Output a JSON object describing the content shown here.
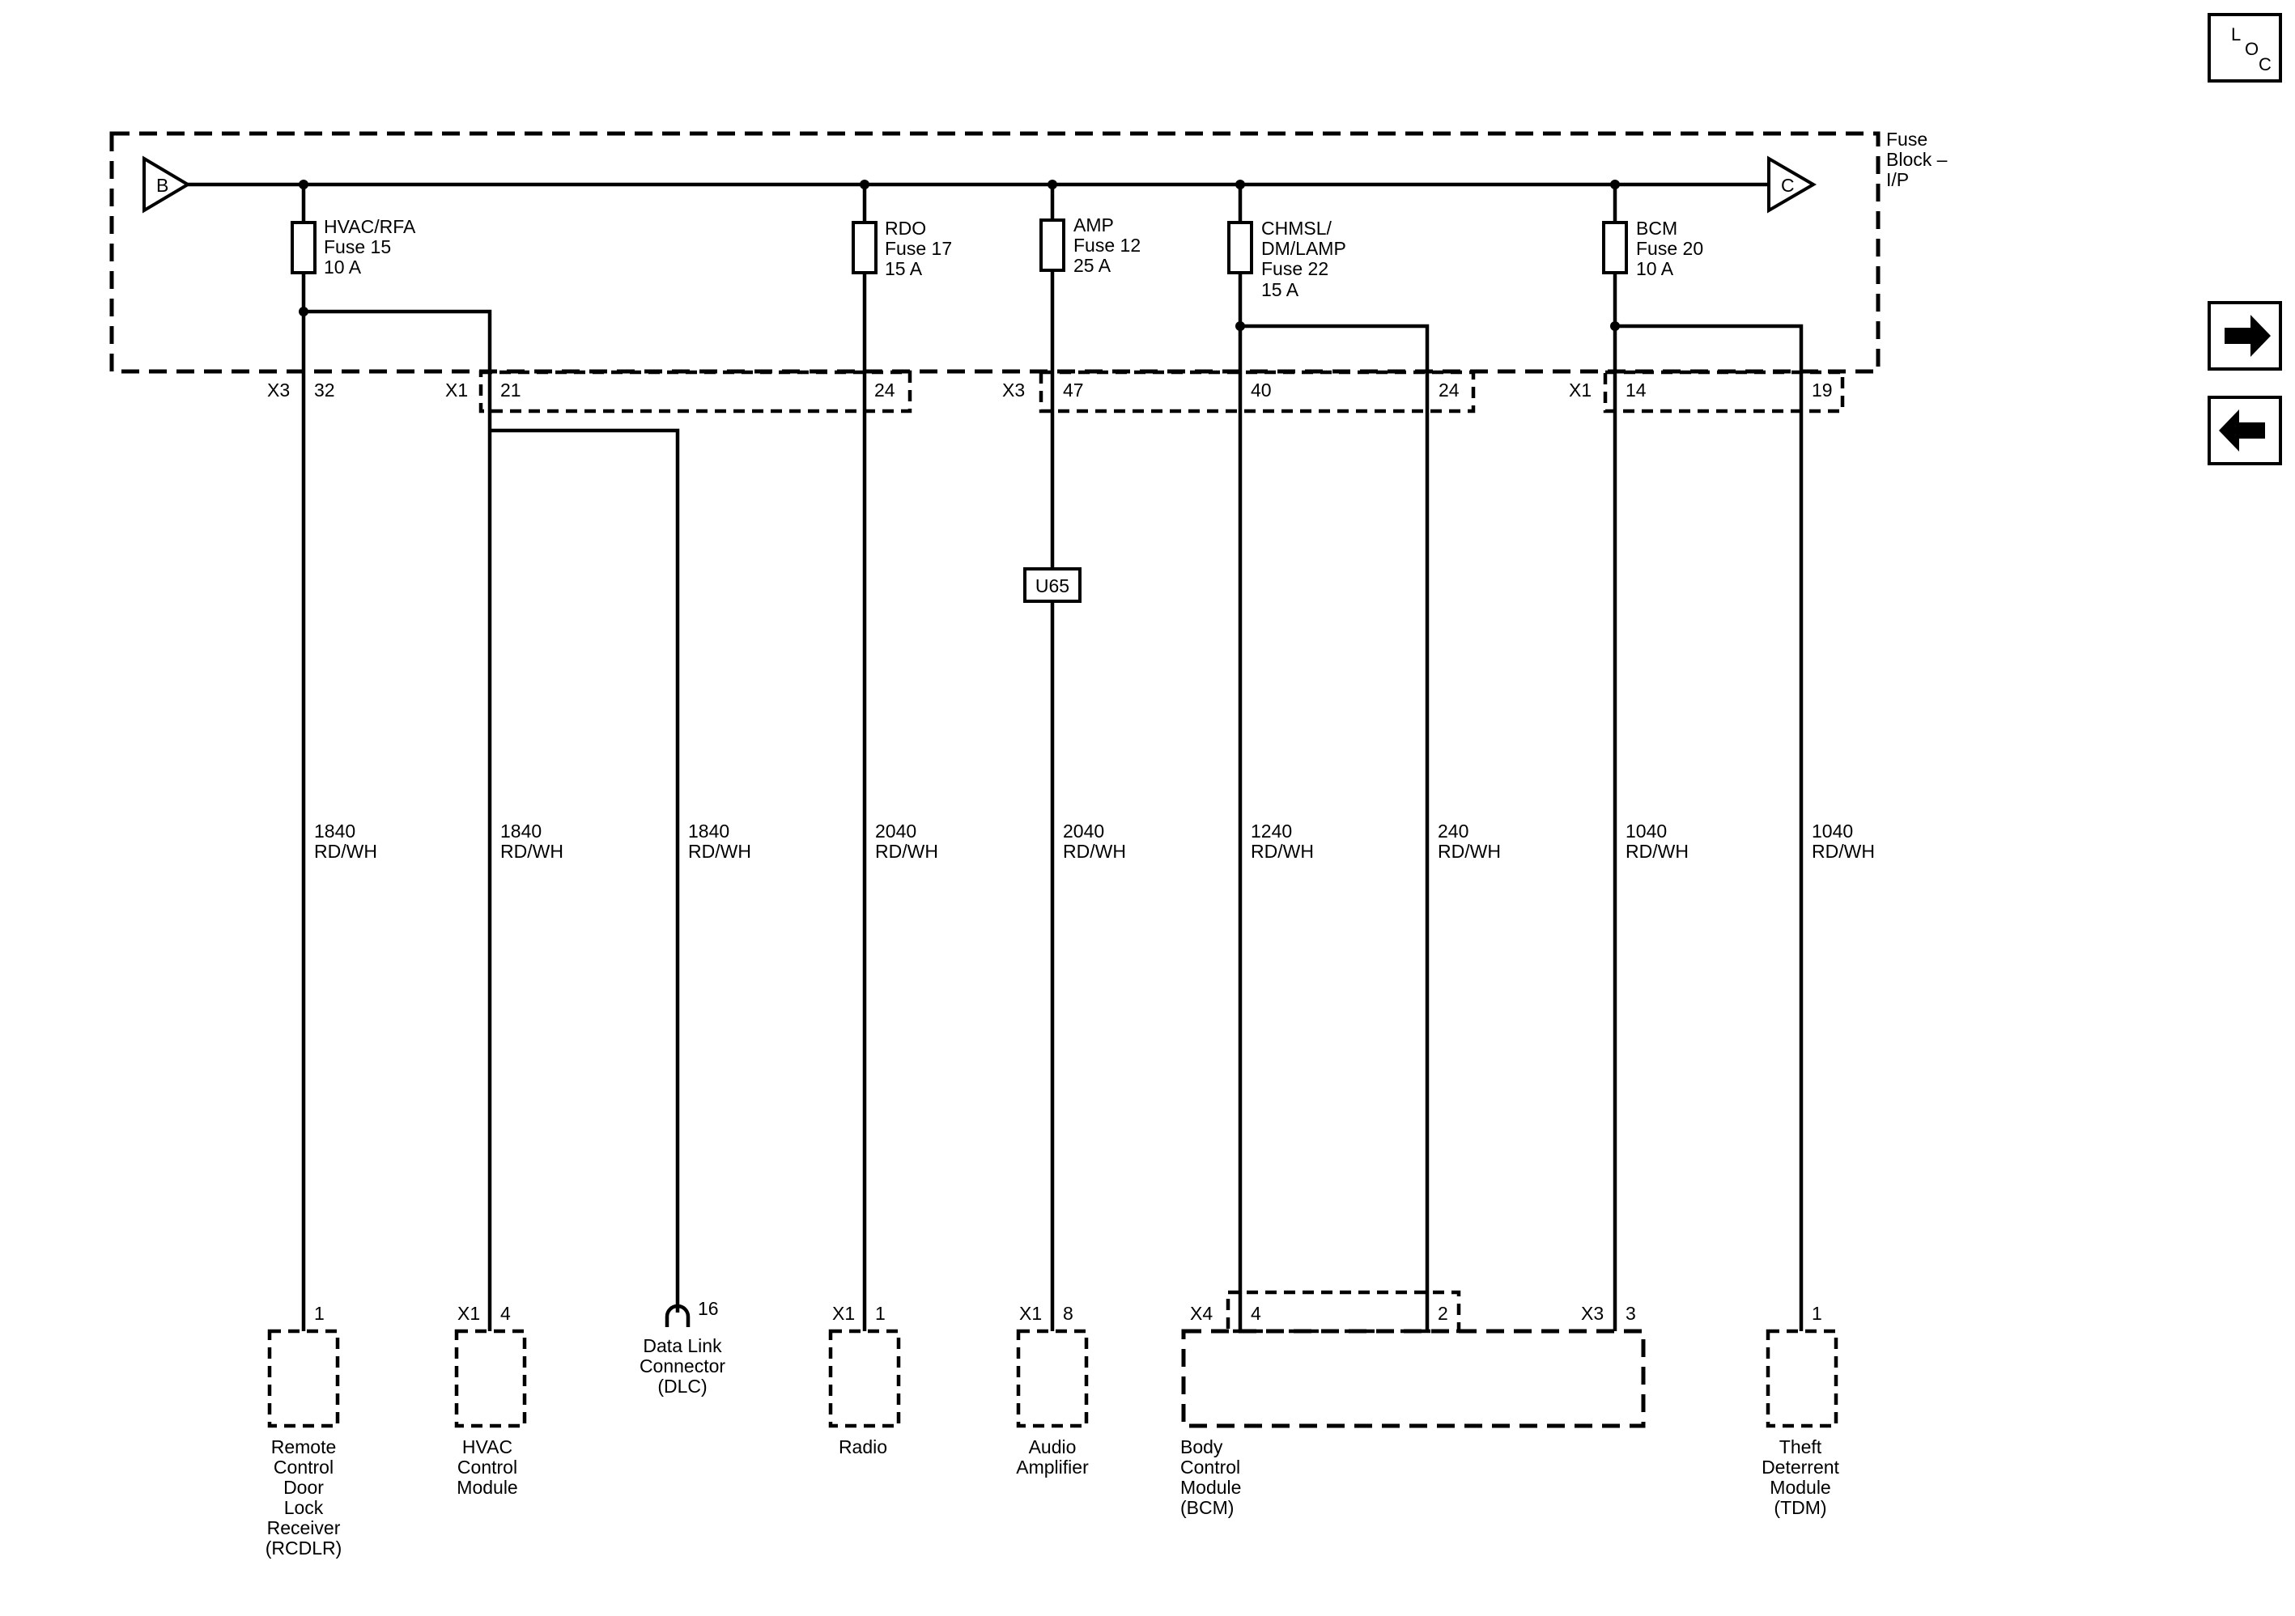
{
  "nav": {
    "loc": [
      "L",
      "O",
      "C"
    ],
    "next_icon": "arrow-right-icon",
    "prev_icon": "arrow-left-icon"
  },
  "fuse_block": {
    "label": [
      "Fuse",
      "Block –",
      "I/P"
    ],
    "bus_in": "B",
    "bus_out": "C"
  },
  "fuses": [
    {
      "lines": [
        "HVAC/RFA",
        "Fuse 15",
        "10 A"
      ]
    },
    {
      "lines": [
        "RDO",
        "Fuse 17",
        "15 A"
      ]
    },
    {
      "lines": [
        "AMP",
        "Fuse 12",
        "25 A"
      ]
    },
    {
      "lines": [
        "CHMSL/",
        "DM/LAMP",
        "Fuse 22",
        "15 A"
      ]
    },
    {
      "lines": [
        "BCM",
        "Fuse 20",
        "10 A"
      ]
    }
  ],
  "upper_connectors": {
    "x3_a": "X3",
    "pin_32": "32",
    "x1_a": "X1",
    "pin_21": "21",
    "pin_24a": "24",
    "x3_b": "X3",
    "pin_47": "47",
    "pin_40": "40",
    "pin_24b": "24",
    "x1_b": "X1",
    "pin_14": "14",
    "pin_19": "19"
  },
  "splice": "U65",
  "wires": [
    {
      "circuit": "1840",
      "color": "RD/WH"
    },
    {
      "circuit": "1840",
      "color": "RD/WH"
    },
    {
      "circuit": "1840",
      "color": "RD/WH"
    },
    {
      "circuit": "2040",
      "color": "RD/WH"
    },
    {
      "circuit": "2040",
      "color": "RD/WH"
    },
    {
      "circuit": "1240",
      "color": "RD/WH"
    },
    {
      "circuit": "240",
      "color": "RD/WH"
    },
    {
      "circuit": "1040",
      "color": "RD/WH"
    },
    {
      "circuit": "1040",
      "color": "RD/WH"
    }
  ],
  "lower_pins": {
    "rcdlr_pin": "1",
    "hvac_conn": "X1",
    "hvac_pin": "4",
    "dlc_pin": "16",
    "radio_conn": "X1",
    "radio_pin": "1",
    "amp_conn": "X1",
    "amp_pin": "8",
    "bcm_conn_a": "X4",
    "bcm_pin_4": "4",
    "bcm_pin_2": "2",
    "bcm_conn_b": "X3",
    "bcm_pin_3": "3",
    "tdm_pin": "1"
  },
  "modules": [
    {
      "lines": [
        "Remote",
        "Control",
        "Door",
        "Lock",
        "Receiver",
        "(RCDLR)"
      ]
    },
    {
      "lines": [
        "HVAC",
        "Control",
        "Module"
      ]
    },
    {
      "lines": [
        "Data Link",
        "Connector",
        "(DLC)"
      ]
    },
    {
      "lines": [
        "Radio"
      ]
    },
    {
      "lines": [
        "Audio",
        "Amplifier"
      ]
    },
    {
      "lines": [
        "Body",
        "Control",
        "Module",
        "(BCM)"
      ]
    },
    {
      "lines": [
        "Theft",
        "Deterrent",
        "Module",
        "(TDM)"
      ]
    }
  ]
}
